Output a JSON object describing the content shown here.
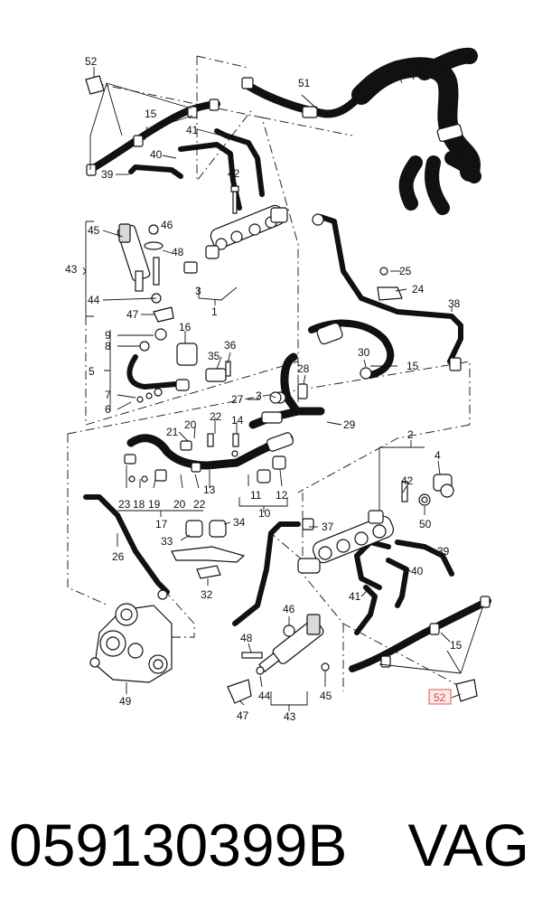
{
  "caption": {
    "part_number": "059130399B",
    "brand": "VAG"
  },
  "highlight_color": "#e05555",
  "callouts": [
    {
      "id": "c52a",
      "text": "52"
    },
    {
      "id": "c15a",
      "text": "15"
    },
    {
      "id": "c51",
      "text": "51"
    },
    {
      "id": "c41a",
      "text": "41"
    },
    {
      "id": "c40a",
      "text": "40"
    },
    {
      "id": "c39a",
      "text": "39"
    },
    {
      "id": "c42a",
      "text": "42"
    },
    {
      "id": "c45a",
      "text": "45"
    },
    {
      "id": "c46a",
      "text": "46"
    },
    {
      "id": "c48a",
      "text": "48"
    },
    {
      "id": "c43a",
      "text": "43"
    },
    {
      "id": "c44a",
      "text": "44"
    },
    {
      "id": "c47a",
      "text": "47"
    },
    {
      "id": "c3a",
      "text": "3"
    },
    {
      "id": "c1",
      "text": "1"
    },
    {
      "id": "c25",
      "text": "25"
    },
    {
      "id": "c24",
      "text": "24"
    },
    {
      "id": "c38",
      "text": "38"
    },
    {
      "id": "c16",
      "text": "16"
    },
    {
      "id": "c9",
      "text": "9"
    },
    {
      "id": "c8",
      "text": "8"
    },
    {
      "id": "c35",
      "text": "35"
    },
    {
      "id": "c36",
      "text": "36"
    },
    {
      "id": "c5",
      "text": "5"
    },
    {
      "id": "c30",
      "text": "30"
    },
    {
      "id": "c15b",
      "text": "15"
    },
    {
      "id": "c28",
      "text": "28"
    },
    {
      "id": "c7",
      "text": "7"
    },
    {
      "id": "c6",
      "text": "6"
    },
    {
      "id": "c27",
      "text": "27"
    },
    {
      "id": "c3b",
      "text": "3"
    },
    {
      "id": "c29",
      "text": "29"
    },
    {
      "id": "c21",
      "text": "21"
    },
    {
      "id": "c20a",
      "text": "20"
    },
    {
      "id": "c22a",
      "text": "22"
    },
    {
      "id": "c14",
      "text": "14"
    },
    {
      "id": "c2",
      "text": "2"
    },
    {
      "id": "c4",
      "text": "4"
    },
    {
      "id": "c42b",
      "text": "42"
    },
    {
      "id": "c50",
      "text": "50"
    },
    {
      "id": "c23",
      "text": "23"
    },
    {
      "id": "c18",
      "text": "18"
    },
    {
      "id": "c19",
      "text": "19"
    },
    {
      "id": "c20b",
      "text": "20"
    },
    {
      "id": "c22b",
      "text": "22"
    },
    {
      "id": "c13",
      "text": "13"
    },
    {
      "id": "c11",
      "text": "11"
    },
    {
      "id": "c12",
      "text": "12"
    },
    {
      "id": "c17",
      "text": "17"
    },
    {
      "id": "c10",
      "text": "10"
    },
    {
      "id": "c34",
      "text": "34"
    },
    {
      "id": "c33",
      "text": "33"
    },
    {
      "id": "c37",
      "text": "37"
    },
    {
      "id": "c39b",
      "text": "39"
    },
    {
      "id": "c26",
      "text": "26"
    },
    {
      "id": "c40b",
      "text": "40"
    },
    {
      "id": "c41b",
      "text": "41"
    },
    {
      "id": "c32",
      "text": "32"
    },
    {
      "id": "c15c",
      "text": "15"
    },
    {
      "id": "c46b",
      "text": "46"
    },
    {
      "id": "c48b",
      "text": "48"
    },
    {
      "id": "c44b",
      "text": "44"
    },
    {
      "id": "c45b",
      "text": "45"
    },
    {
      "id": "c47b",
      "text": "47"
    },
    {
      "id": "c43b",
      "text": "43"
    },
    {
      "id": "c49",
      "text": "49"
    },
    {
      "id": "c52b",
      "text": "52"
    }
  ]
}
